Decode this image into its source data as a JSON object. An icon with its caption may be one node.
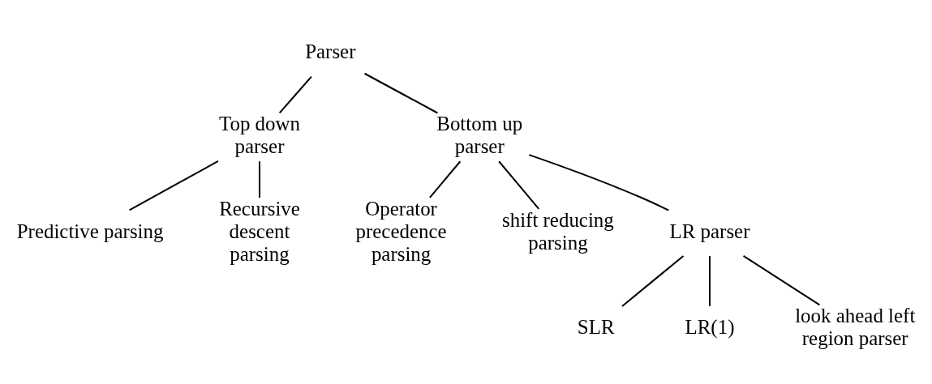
{
  "diagram": {
    "nodes": [
      {
        "text": [
          "Parser"
        ]
      },
      {
        "text": [
          "Top down parser"
        ]
      },
      {
        "text": [
          "Bottom up parser"
        ]
      },
      {
        "text": [
          "Operator precedence parsing"
        ]
      },
      {
        "text": [
          "Predictive parsing"
        ]
      },
      {
        "text": [
          "Recursive descent parsing"
        ]
      },
      {
        "text": [
          "shift reducing parsing"
        ]
      },
      {
        "text": [
          "LR parser"
        ]
      },
      {
        "text": [
          "SLR"
        ]
      },
      {
        "text": [
          "LR(1)"
        ]
      },
      {
        "text": [
          "look ahead left region parser"
        ]
      }
    ],
    "edges": [
      {
        "from": 0,
        "to": 1,
        "arrow": "none"
      },
      {
        "from": 0,
        "to": 2,
        "arrow": "none"
      },
      {
        "from": 1,
        "to": 4,
        "arrow": "none"
      },
      {
        "from": 1,
        "to": 5,
        "arrow": "none"
      },
      {
        "from": 2,
        "to": 3,
        "arrow": "none"
      },
      {
        "from": 2,
        "to": 6,
        "arrow": "none"
      },
      {
        "from": 2,
        "to": 7,
        "arrow": "none"
      },
      {
        "from": 7,
        "to": 8,
        "arrow": "none"
      },
      {
        "from": 7,
        "to": 9,
        "arrow": "none"
      },
      {
        "from": 7,
        "to": 10,
        "arrow": "none"
      }
    ]
  }
}
